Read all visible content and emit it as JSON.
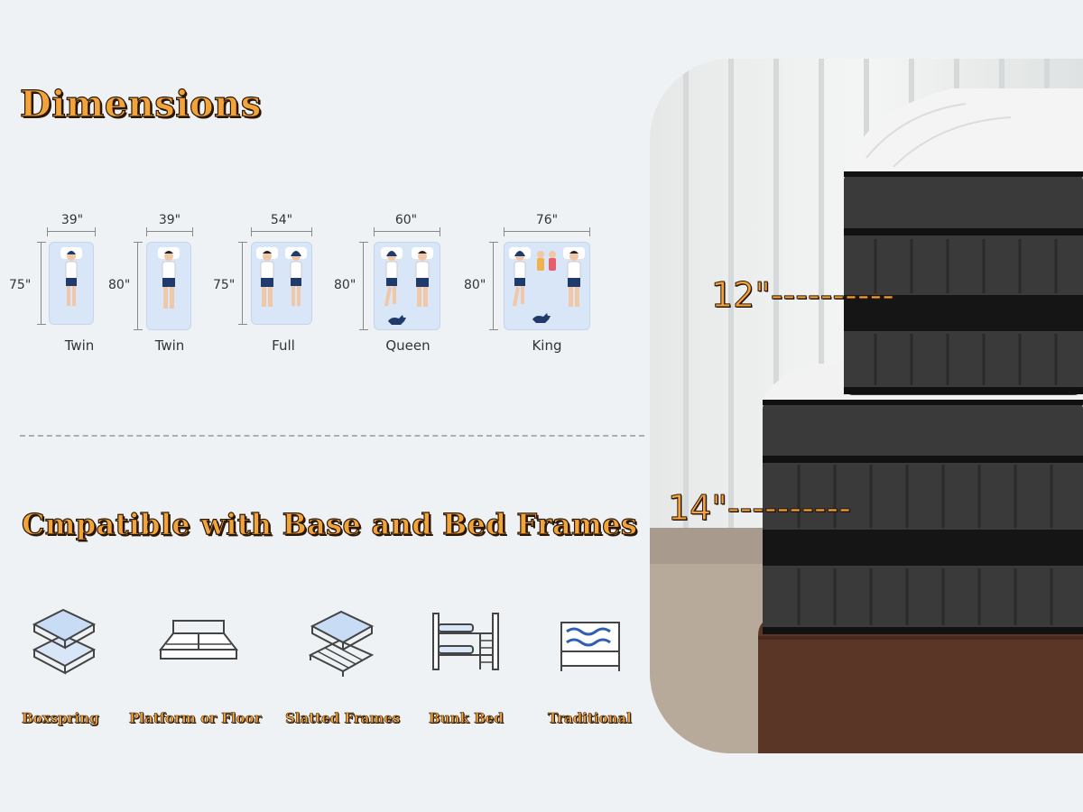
{
  "dimensions": {
    "title": "Dimensions",
    "sizes": [
      {
        "name": "Twin",
        "width": "39\"",
        "length": "75\""
      },
      {
        "name": "Twin",
        "width": "39\"",
        "length": "80\""
      },
      {
        "name": "Full",
        "width": "54\"",
        "length": "75\""
      },
      {
        "name": "Queen",
        "width": "60\"",
        "length": "80\""
      },
      {
        "name": "King",
        "width": "76\"",
        "length": "80\""
      }
    ]
  },
  "compatibility": {
    "title": "Cmpatible with Base and Bed Frames",
    "frames": [
      {
        "label": "Boxspring",
        "icon": "boxspring-icon"
      },
      {
        "label": "Platform or Floor",
        "icon": "platform-icon"
      },
      {
        "label": "Slatted Frames",
        "icon": "slatted-frame-icon"
      },
      {
        "label": "Bunk Bed",
        "icon": "bunk-bed-icon"
      },
      {
        "label": "Traditional",
        "icon": "traditional-bed-icon"
      }
    ]
  },
  "photo": {
    "top_mattress_height": "12\"----------",
    "bottom_mattress_height": "14\"----------"
  },
  "colors": {
    "accent_gold": "#f2a43a",
    "text_outline": "#2a1606",
    "bed_blue": "#d8e6f7",
    "mattress_gray": "#3a3a3a",
    "base_brown": "#5a3626"
  }
}
